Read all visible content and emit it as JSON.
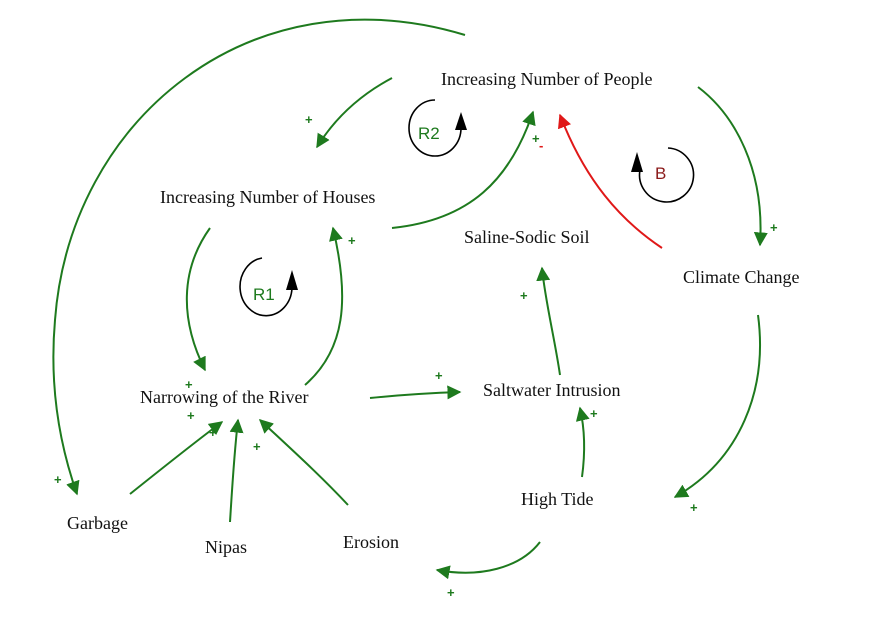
{
  "colors": {
    "positive": "#1e7a1e",
    "negative": "#e01818",
    "loop_arrow": "#000000",
    "text": "#111111",
    "loop_label_b": "#8b1a1a"
  },
  "nodes": {
    "people": "Increasing Number of People",
    "houses": "Increasing Number of Houses",
    "saline": "Saline-Sodic Soil",
    "climate": "Climate Change",
    "river": "Narrowing of the River",
    "saltwater": "Saltwater Intrusion",
    "hightide": "High Tide",
    "garbage": "Garbage",
    "nipas": "Nipas",
    "erosion": "Erosion"
  },
  "loops": {
    "r1": "R1",
    "r2": "R2",
    "b": "B"
  },
  "signs": {
    "plus": "+",
    "minus": "-"
  }
}
